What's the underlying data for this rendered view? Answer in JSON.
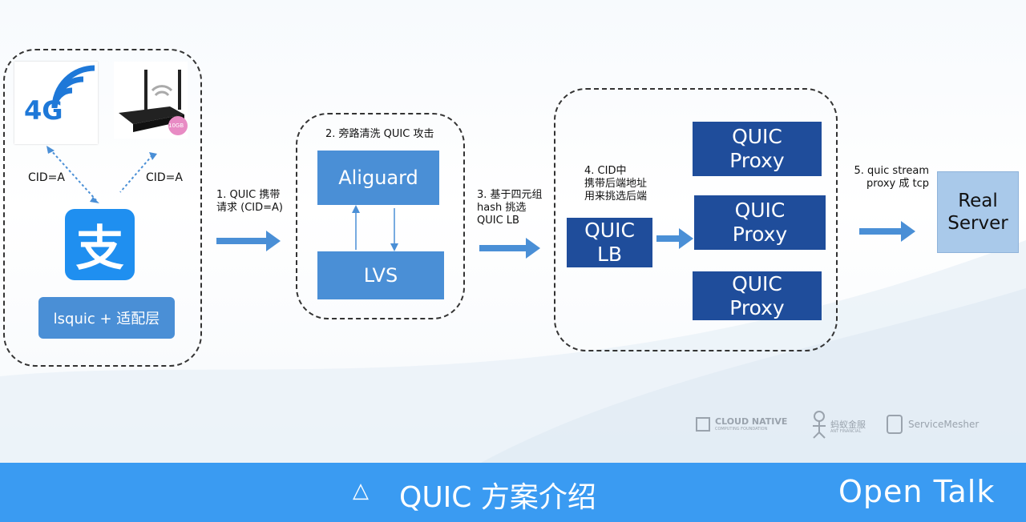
{
  "left_group": {
    "icon_4g_text": "4G",
    "router_badge": "10GB",
    "cid_left": "CID=A",
    "cid_right": "CID=A",
    "alipay_glyph": "支",
    "lsquic_label": "lsquic + 适配层"
  },
  "step1": {
    "label": "1. QUIC 携带\n请求 (CID=A)"
  },
  "aliguard_group": {
    "title": "2. 旁路清洗 QUIC 攻击",
    "aliguard": "Aliguard",
    "lvs": "LVS"
  },
  "step3": {
    "label": "3. 基于四元组\nhash 挑选\nQUIC LB"
  },
  "lb_group": {
    "step4": "4. CID中\n携带后端地址\n用来挑选后端",
    "quic_lb": "QUIC\nLB",
    "proxies": [
      "QUIC\nProxy",
      "QUIC\nProxy",
      "QUIC\nProxy"
    ]
  },
  "step5": {
    "label": "5. quic stream\nproxy 成 tcp"
  },
  "real_server": "Real\nServer",
  "logos": {
    "cncf": "CLOUD NATIVE",
    "cncf_sub": "COMPUTING FOUNDATION",
    "ant": "蚂蚁金服",
    "ant_sub": "ANT FINANCIAL",
    "servicemesher": "ServiceMesher"
  },
  "footer": {
    "triangle": "△",
    "title": "QUIC 方案介绍",
    "brand": "Open Talk"
  },
  "colors": {
    "box_blue": "#4a8fd6",
    "proxy_dark": "#1f4d9b",
    "server_bg": "#a9c9ea",
    "footer_blue": "#3a9bf2"
  }
}
